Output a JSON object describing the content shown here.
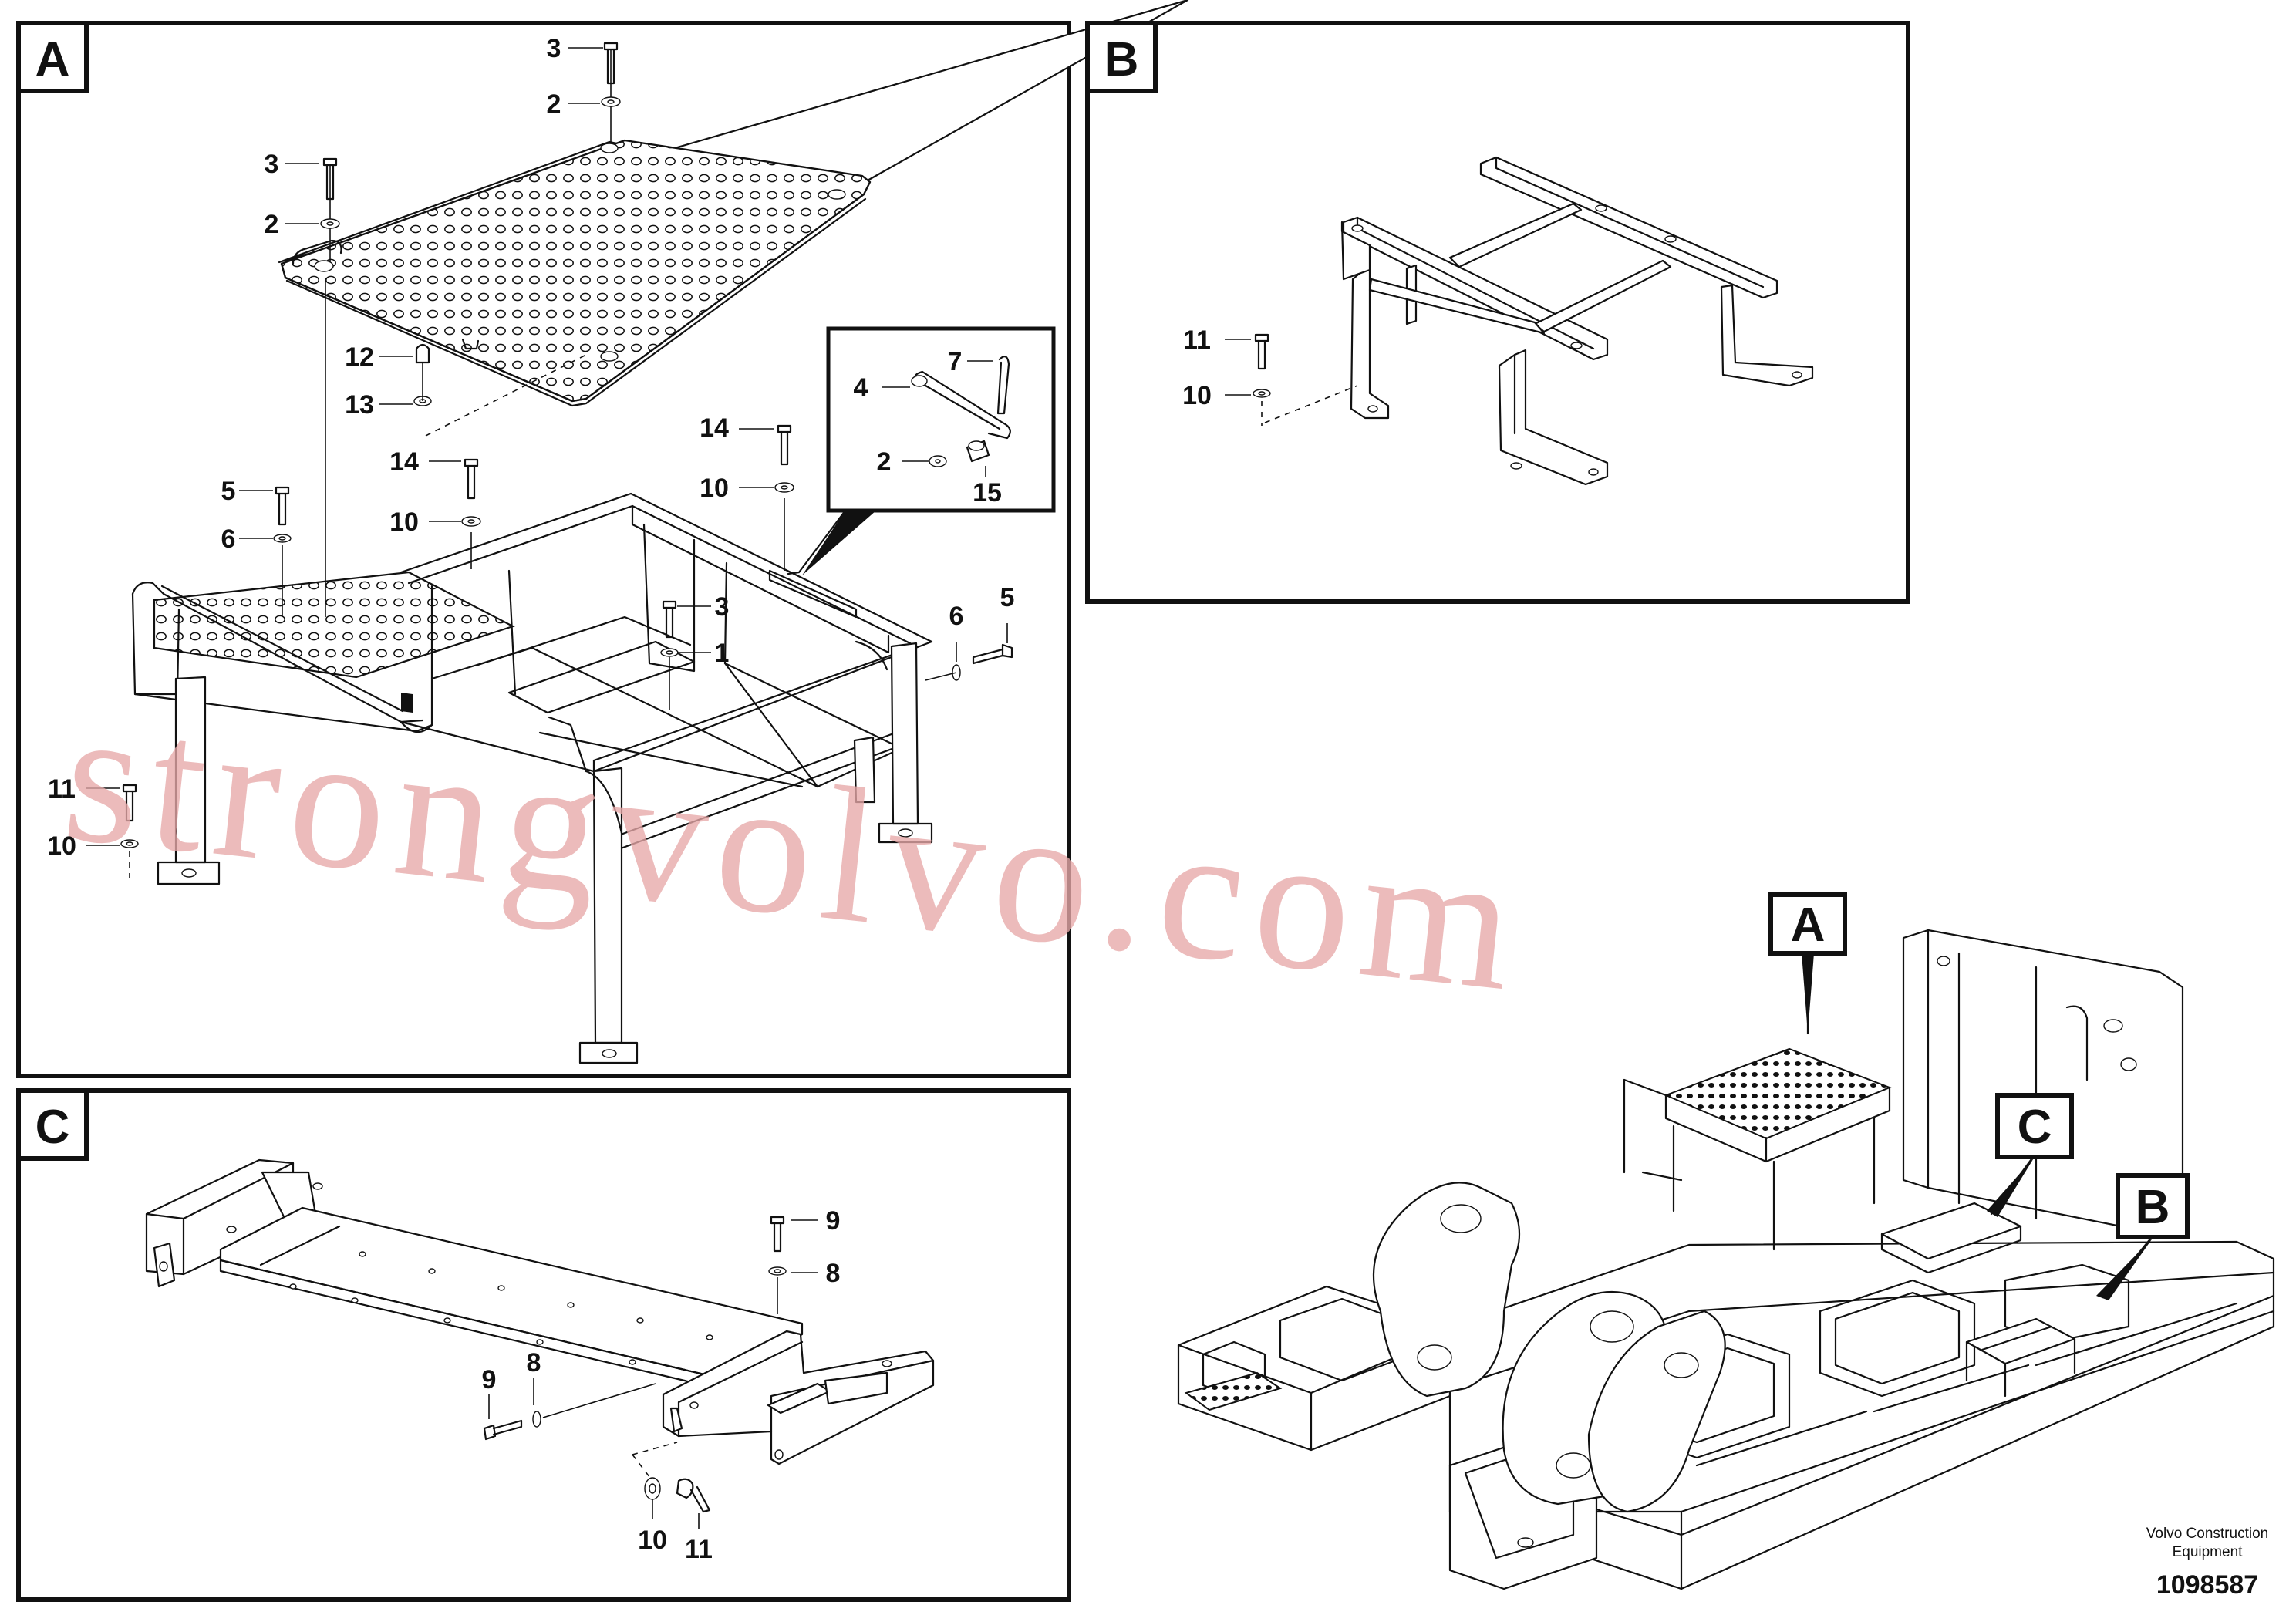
{
  "panels": {
    "a": {
      "letter": "A",
      "callouts": [
        "3",
        "2",
        "3",
        "2",
        "12",
        "13",
        "14",
        "14",
        "10",
        "10",
        "5",
        "6",
        "3",
        "1",
        "6",
        "5",
        "11",
        "10"
      ],
      "detail_callouts": [
        "7",
        "4",
        "2",
        "15"
      ]
    },
    "b": {
      "letter": "B",
      "callouts": [
        "11",
        "10"
      ]
    },
    "c": {
      "letter": "C",
      "callouts": [
        "9",
        "8",
        "9",
        "8",
        "10",
        "11"
      ]
    }
  },
  "overview": {
    "tags": [
      "A",
      "C",
      "B"
    ]
  },
  "footer": {
    "company_line1": "Volvo Construction",
    "company_line2": "Equipment",
    "drawing_number": "1098587"
  },
  "watermark": {
    "text": "strongvolvo.com"
  },
  "colors": {
    "line": "#111111",
    "watermark": "#e7a8a8"
  }
}
